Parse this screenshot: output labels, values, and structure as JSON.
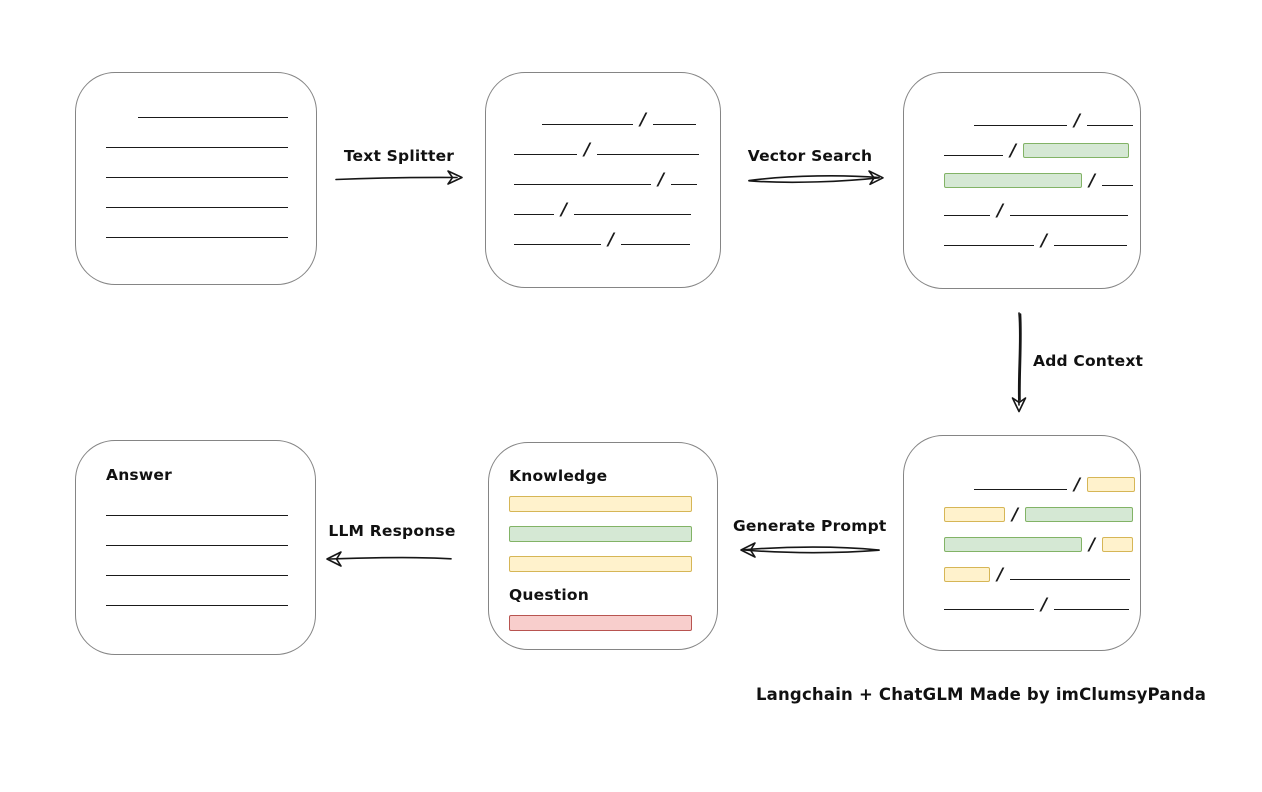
{
  "caption": "Langchain + ChatGLM Made by imClumsyPanda",
  "colors": {
    "green_fill": "#d5e8d4",
    "green_border": "#82b366",
    "yellow_fill": "#fff2cc",
    "yellow_border": "#d6b656",
    "red_fill": "#f8cecc",
    "red_border": "#b85450",
    "line_color": "#1a1a1a",
    "box_border": "#858585",
    "text_color": "#111111"
  },
  "arrows": [
    {
      "id": "text-splitter",
      "label": "Text Splitter",
      "direction": "right"
    },
    {
      "id": "vector-search",
      "label": "Vector Search",
      "direction": "right"
    },
    {
      "id": "add-context",
      "label": "Add Context",
      "direction": "down"
    },
    {
      "id": "generate-prompt",
      "label": "Generate Prompt",
      "direction": "left"
    },
    {
      "id": "llm-response",
      "label": "LLM Response",
      "direction": "left"
    }
  ],
  "nodes": {
    "document": {
      "rows": [
        {
          "indent": 32,
          "segments": [
            {
              "t": "line",
              "w": 150
            }
          ]
        },
        {
          "segments": [
            {
              "t": "line",
              "w": 182
            }
          ]
        },
        {
          "segments": [
            {
              "t": "line",
              "w": 182
            }
          ]
        },
        {
          "segments": [
            {
              "t": "line",
              "w": 182
            }
          ]
        },
        {
          "segments": [
            {
              "t": "line",
              "w": 182
            }
          ]
        }
      ]
    },
    "chunks": {
      "rows": [
        {
          "indent": 28,
          "segments": [
            {
              "t": "line",
              "w": 91
            },
            {
              "t": "slash"
            },
            {
              "t": "line",
              "w": 43
            }
          ]
        },
        {
          "segments": [
            {
              "t": "line",
              "w": 63
            },
            {
              "t": "slash"
            },
            {
              "t": "line",
              "w": 102
            }
          ]
        },
        {
          "segments": [
            {
              "t": "line",
              "w": 137
            },
            {
              "t": "slash"
            },
            {
              "t": "line",
              "w": 26
            }
          ]
        },
        {
          "segments": [
            {
              "t": "line",
              "w": 40
            },
            {
              "t": "slash"
            },
            {
              "t": "line",
              "w": 117
            }
          ]
        },
        {
          "segments": [
            {
              "t": "line",
              "w": 87
            },
            {
              "t": "slash"
            },
            {
              "t": "line",
              "w": 69
            }
          ]
        }
      ]
    },
    "search_results": {
      "rows": [
        {
          "indent": 30,
          "segments": [
            {
              "t": "line",
              "w": 93
            },
            {
              "t": "slash"
            },
            {
              "t": "line",
              "w": 46
            }
          ]
        },
        {
          "segments": [
            {
              "t": "line",
              "w": 59
            },
            {
              "t": "slash"
            },
            {
              "t": "green",
              "w": 106
            }
          ]
        },
        {
          "segments": [
            {
              "t": "green",
              "w": 138
            },
            {
              "t": "slash"
            },
            {
              "t": "line",
              "w": 31
            }
          ]
        },
        {
          "segments": [
            {
              "t": "line",
              "w": 46
            },
            {
              "t": "slash"
            },
            {
              "t": "line",
              "w": 118
            }
          ]
        },
        {
          "segments": [
            {
              "t": "line",
              "w": 90
            },
            {
              "t": "slash"
            },
            {
              "t": "line",
              "w": 73
            }
          ]
        }
      ]
    },
    "context": {
      "rows": [
        {
          "indent": 30,
          "segments": [
            {
              "t": "line",
              "w": 93
            },
            {
              "t": "slash"
            },
            {
              "t": "yellow",
              "w": 48
            }
          ]
        },
        {
          "segments": [
            {
              "t": "yellow",
              "w": 61
            },
            {
              "t": "slash"
            },
            {
              "t": "green",
              "w": 108
            }
          ]
        },
        {
          "segments": [
            {
              "t": "green",
              "w": 138
            },
            {
              "t": "slash"
            },
            {
              "t": "yellow",
              "w": 31
            }
          ]
        },
        {
          "segments": [
            {
              "t": "yellow",
              "w": 46
            },
            {
              "t": "slash"
            },
            {
              "t": "line",
              "w": 120
            }
          ]
        },
        {
          "segments": [
            {
              "t": "line",
              "w": 90
            },
            {
              "t": "slash"
            },
            {
              "t": "line",
              "w": 75
            }
          ]
        }
      ]
    },
    "prompt": {
      "knowledge_label": "Knowledge",
      "question_label": "Question",
      "knowledge_bars": [
        "yellow",
        "green",
        "yellow"
      ],
      "question_bars": [
        "red"
      ]
    },
    "answer": {
      "label": "Answer",
      "rows": [
        {
          "segments": [
            {
              "t": "line",
              "w": 182
            }
          ]
        },
        {
          "segments": [
            {
              "t": "line",
              "w": 182
            }
          ]
        },
        {
          "segments": [
            {
              "t": "line",
              "w": 182
            }
          ]
        },
        {
          "segments": [
            {
              "t": "line",
              "w": 182
            }
          ]
        }
      ]
    }
  }
}
